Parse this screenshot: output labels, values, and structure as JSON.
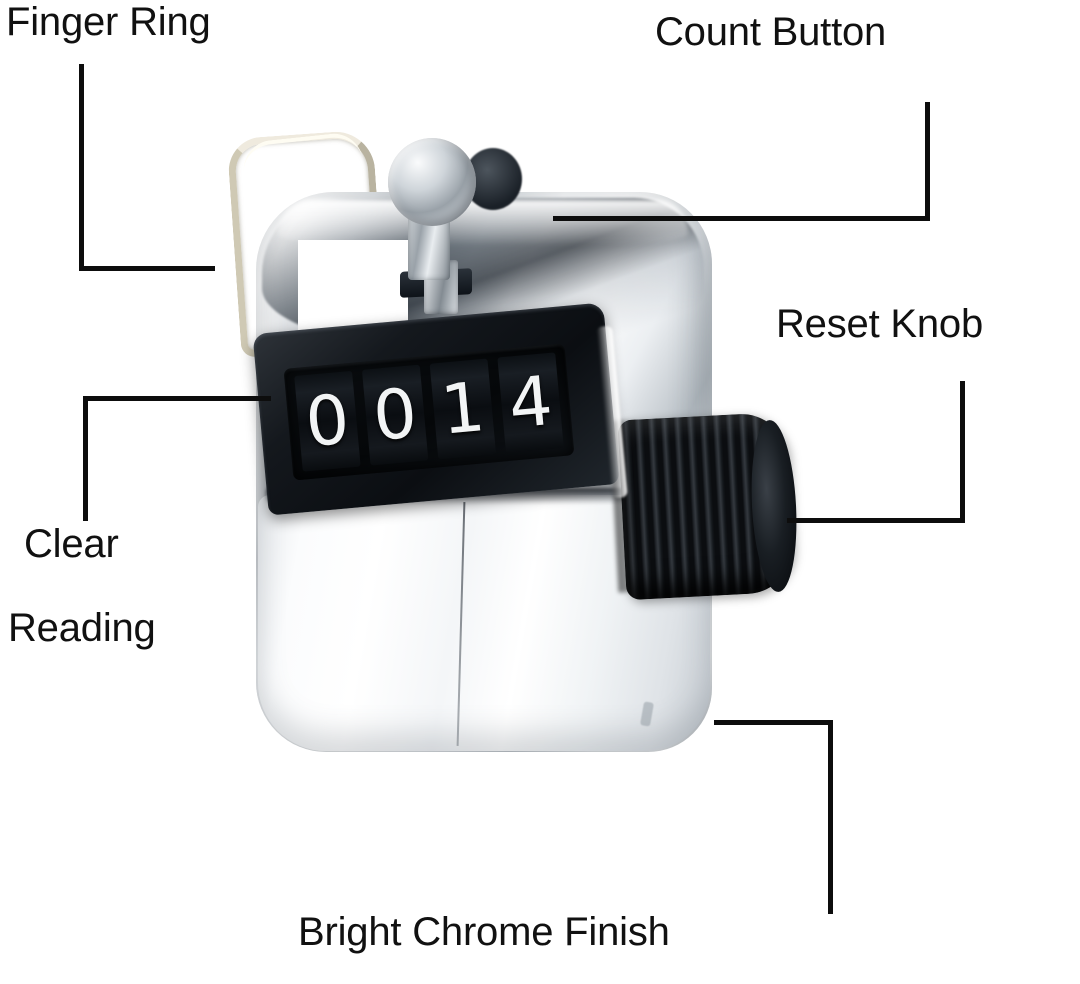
{
  "page": {
    "background_color": "#ffffff",
    "text_color": "#111111",
    "type": "annotated-product-photo"
  },
  "product": {
    "name": "hand-tally-counter",
    "counter_display": {
      "value": "0014",
      "digits": [
        "0",
        "0",
        "1",
        "4"
      ],
      "digit_color": "#f2f4f5",
      "drum_color": "#0a0d10"
    },
    "parts": {
      "finger_ring": "finger-ring",
      "count_button": "count-button-lever",
      "reset_knob": "reset-knob",
      "display_bezel": "display-bezel",
      "chrome_body": "chrome-body"
    },
    "colors": {
      "chrome": "#e8ebee",
      "chrome_dark": "#8d949b",
      "black_plastic": "#0b0e12",
      "wire_ring": "#cfc9b4"
    }
  },
  "callouts": [
    {
      "id": "finger-ring",
      "text": "Finger Ring",
      "lines": [
        "Finger Ring"
      ],
      "position": "top-left"
    },
    {
      "id": "count-button",
      "text": "Count Button",
      "lines": [
        "Count Button"
      ],
      "position": "top-right"
    },
    {
      "id": "reset-knob",
      "text": "Reset Knob",
      "lines": [
        "Reset Knob"
      ],
      "position": "right"
    },
    {
      "id": "clear-reading",
      "text": "Clear Reading",
      "lines": [
        "Clear",
        "Reading"
      ],
      "position": "left"
    },
    {
      "id": "bright-chrome-finish",
      "text": "Bright Chrome Finish",
      "lines": [
        "Bright Chrome Finish"
      ],
      "position": "bottom"
    }
  ],
  "leader_lines": {
    "color": "#0d0d0d",
    "thickness_px": 5
  }
}
